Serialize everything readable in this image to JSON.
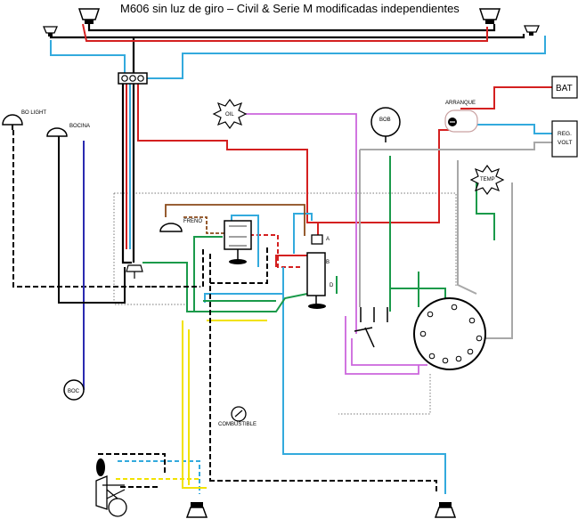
{
  "title": "M606 sin luz de giro – Civil & Serie M modificadas independientes",
  "labels": {
    "bat": "BAT",
    "reg_volt_1": "REG.",
    "reg_volt_2": "VOLT",
    "arranque": "ARRANQUE",
    "bob": "BOB",
    "oil": "OIL",
    "temp": "TEMP",
    "freno": "FRENO",
    "bo_light": "BO LIGHT",
    "bocina": "BOCINA",
    "boc": "BOC",
    "combustible": "COMBUSTIBLE",
    "switch_a": "A",
    "switch_b": "B",
    "switch_d": "D"
  },
  "wire_colors": {
    "black": "#000000",
    "red": "#d42020",
    "cyan": "#33aadd",
    "green": "#1a9a4a",
    "brown": "#8b4a1a",
    "violet": "#cc66dd",
    "yellow": "#f2e200",
    "blue": "#2a2ab0",
    "gray": "#a8a8a8",
    "dotted_gray": "#777777"
  }
}
